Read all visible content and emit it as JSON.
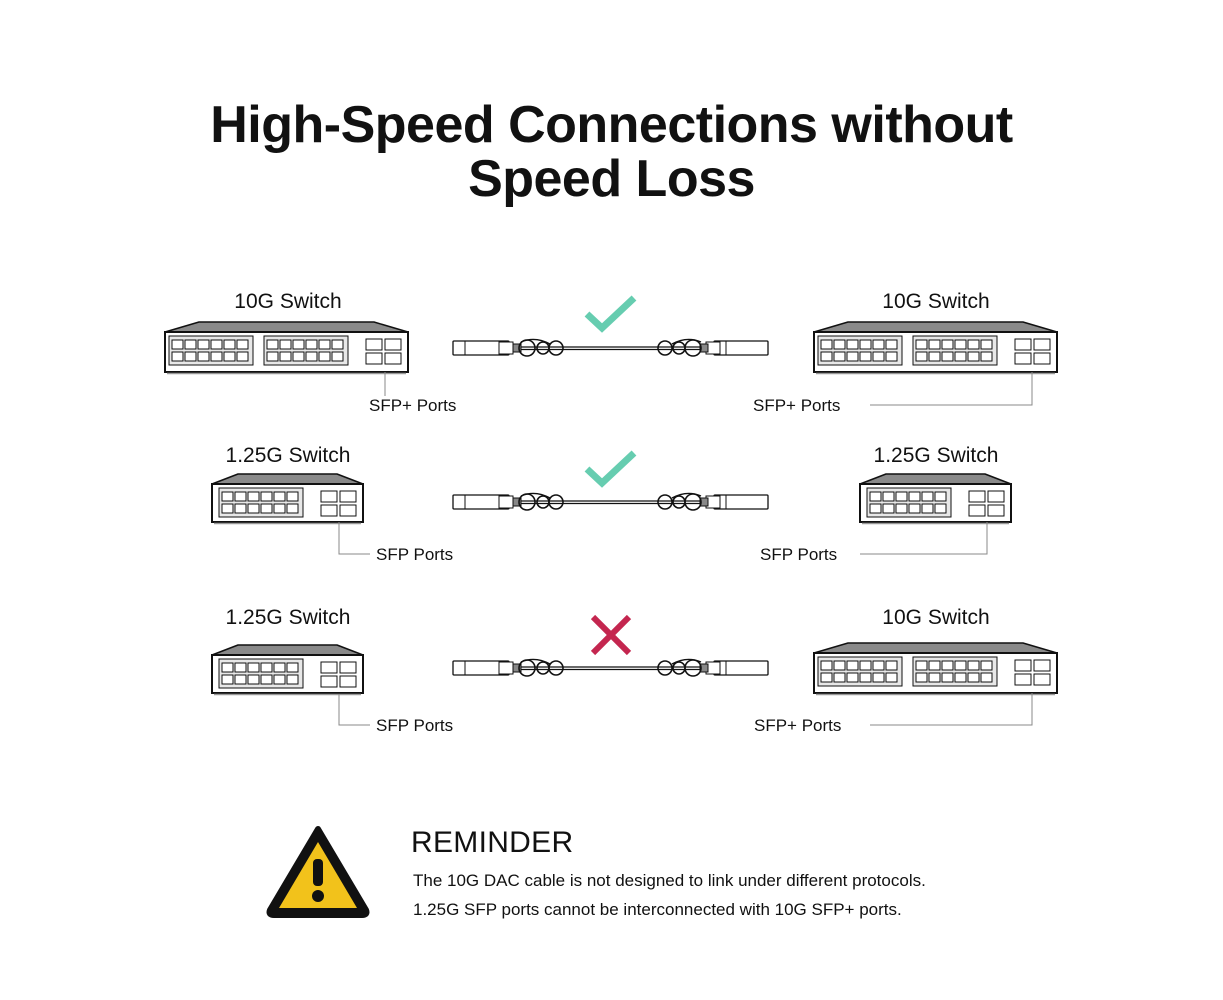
{
  "title": {
    "line1": "High-Speed Connections without",
    "line2": "Speed Loss"
  },
  "rows": [
    {
      "left_switch": "10G Switch",
      "right_switch": "10G Switch",
      "left_ports": "SFP+ Ports",
      "right_ports": "SFP+ Ports",
      "status": "compatible",
      "status_icon": "check-icon",
      "status_color": "#66CDB0"
    },
    {
      "left_switch": "1.25G Switch",
      "right_switch": "1.25G Switch",
      "left_ports": "SFP Ports",
      "right_ports": "SFP Ports",
      "status": "compatible",
      "status_icon": "check-icon",
      "status_color": "#66CDB0"
    },
    {
      "left_switch": "1.25G Switch",
      "right_switch": "10G Switch",
      "left_ports": "SFP Ports",
      "right_ports": "SFP+ Ports",
      "status": "incompatible",
      "status_icon": "cross-icon",
      "status_color": "#C4264F"
    }
  ],
  "reminder": {
    "icon": "warning-icon",
    "icon_color": "#F2C21B",
    "title": "REMINDER",
    "line1": "The 10G DAC cable is not designed to link under different protocols.",
    "line2": "1.25G SFP ports cannot be interconnected with 10G SFP+ ports."
  }
}
